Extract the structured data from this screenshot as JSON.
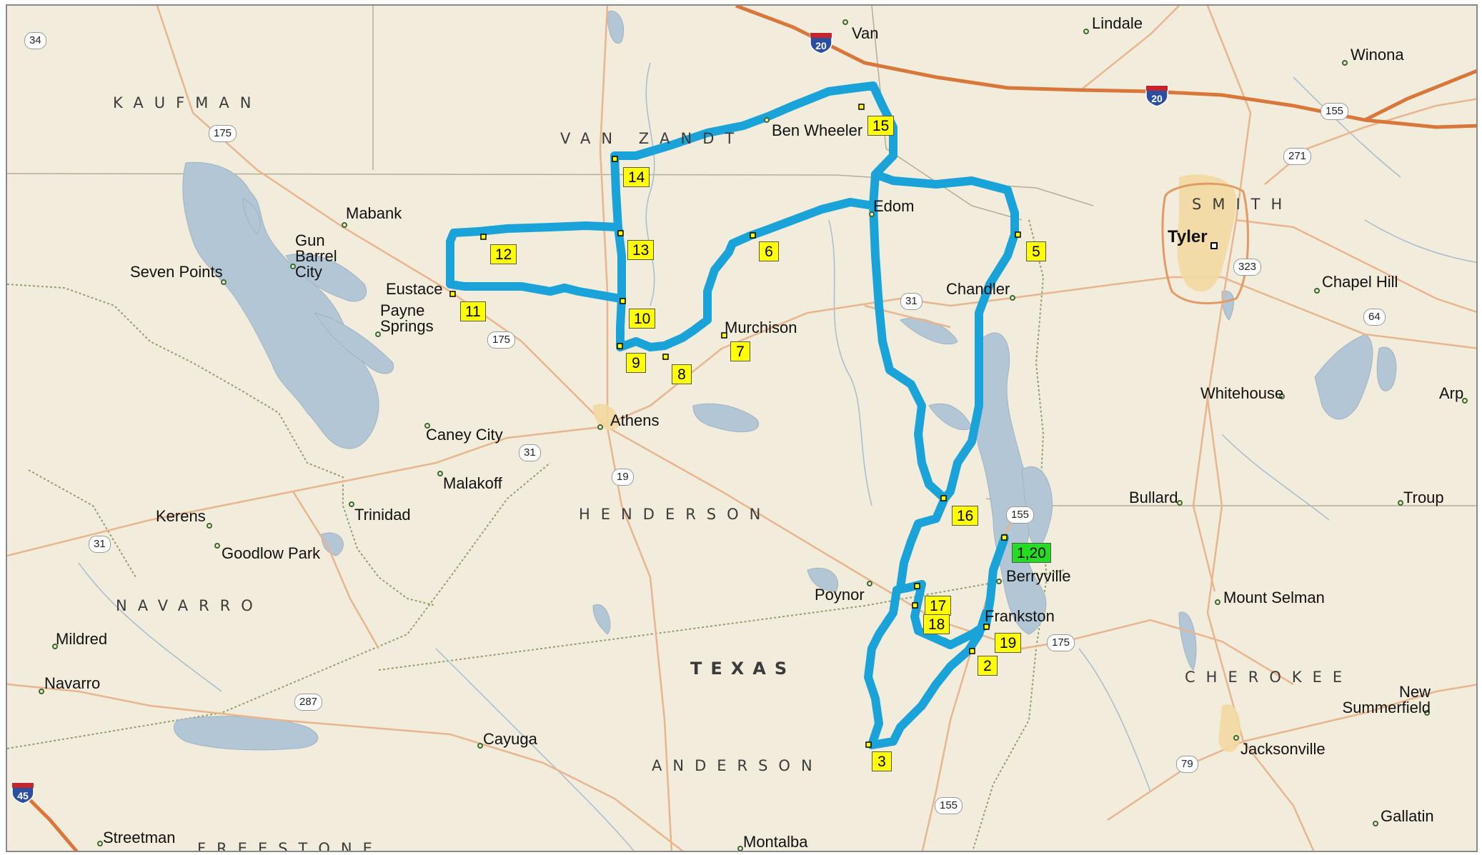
{
  "map": {
    "counties": [
      "KAUFMAN",
      "VAN ZANDT",
      "SMITH",
      "HENDERSON",
      "NAVARRO",
      "CHEROKEE",
      "ANDERSON",
      "FREESTONE"
    ],
    "state_label": "TEXAS",
    "towns": [
      "Van",
      "Lindale",
      "Winona",
      "Mabank",
      "Gun Barrel City",
      "Seven Points",
      "Eustace",
      "Payne Springs",
      "Ben Wheeler",
      "Edom",
      "Tyler",
      "Chandler",
      "Chapel Hill",
      "Murchison",
      "Athens",
      "Caney City",
      "Malakoff",
      "Kerens",
      "Trinidad",
      "Goodlow Park",
      "Whitehouse",
      "Arp",
      "Bullard",
      "Troup",
      "Berryville",
      "Poynor",
      "Frankston",
      "Mount Selman",
      "Mildred",
      "Navarro",
      "Cayuga",
      "New Summerfield",
      "Jacksonville",
      "Streetman",
      "Montalba",
      "Gallatin"
    ],
    "route_shields": [
      "34",
      "175",
      "155",
      "271",
      "323",
      "64",
      "31",
      "175",
      "19",
      "31",
      "155",
      "175",
      "287",
      "79",
      "155",
      "31"
    ],
    "interstates": [
      "20",
      "20",
      "45"
    ],
    "waypoints": [
      "1,20",
      "2",
      "3",
      "5",
      "6",
      "7",
      "8",
      "9",
      "10",
      "11",
      "12",
      "13",
      "14",
      "15",
      "16",
      "17",
      "18",
      "19"
    ],
    "colors": {
      "route": "#1aa3d8",
      "waypoint": "#ffff00",
      "start_waypoint": "#22dd22",
      "water": "#b3c6d6",
      "land": "#f2ecdc",
      "highway": "#e39b63",
      "interstate": "#d9773a"
    }
  }
}
